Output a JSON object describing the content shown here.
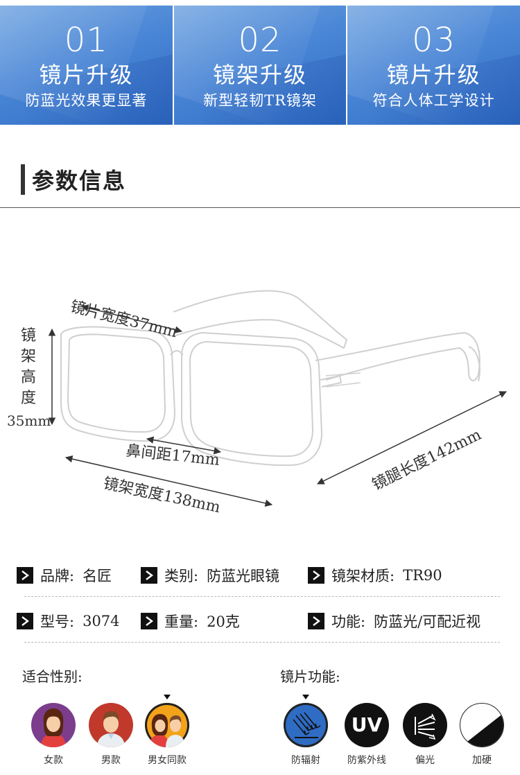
{
  "features": [
    {
      "num": "01",
      "title": "镜片升级",
      "sub": "防蓝光效果更显著"
    },
    {
      "num": "02",
      "title": "镜架升级",
      "sub": "新型轻韧TR镜架"
    },
    {
      "num": "03",
      "title": "镜片升级",
      "sub": "符合人体工学设计"
    }
  ],
  "section_title": "参数信息",
  "dimensions": {
    "lens_width": "镜片宽度37mm",
    "frame_height_chars": [
      "镜",
      "架",
      "高",
      "度"
    ],
    "frame_height_value": "35mm",
    "bridge": "鼻间距17mm",
    "frame_width": "镜架宽度138mm",
    "temple_length": "镜腿长度142mm"
  },
  "specs": {
    "row1": [
      {
        "label": "品牌:",
        "value": "名匠"
      },
      {
        "label": "类别:",
        "value": "防蓝光眼镜"
      },
      {
        "label": "镜架材质:",
        "value": "TR90"
      }
    ],
    "row2": [
      {
        "label": "型号:",
        "value": "3074"
      },
      {
        "label": "重量:",
        "value": "20克"
      },
      {
        "label": "功能:",
        "value": "防蓝光/可配近视"
      }
    ]
  },
  "gender": {
    "label": "适合性别:",
    "options": [
      {
        "caption": "女款",
        "icon": "female-avatar-icon"
      },
      {
        "caption": "男款",
        "icon": "male-avatar-icon"
      },
      {
        "caption": "男女同款",
        "icon": "couple-avatar-icon",
        "selected": true
      }
    ]
  },
  "lens_functions": {
    "label": "镜片功能:",
    "options": [
      {
        "caption": "防辐射",
        "icon": "anti-radiation-icon",
        "selected": true
      },
      {
        "caption": "防紫外线",
        "icon": "uv-icon",
        "text": "UV"
      },
      {
        "caption": "偏光",
        "icon": "polarized-icon"
      },
      {
        "caption": "加硬",
        "icon": "hardened-icon"
      }
    ]
  },
  "colors": {
    "banner_blue": "#4a86d6",
    "accent_blue": "#2f6cc4"
  }
}
